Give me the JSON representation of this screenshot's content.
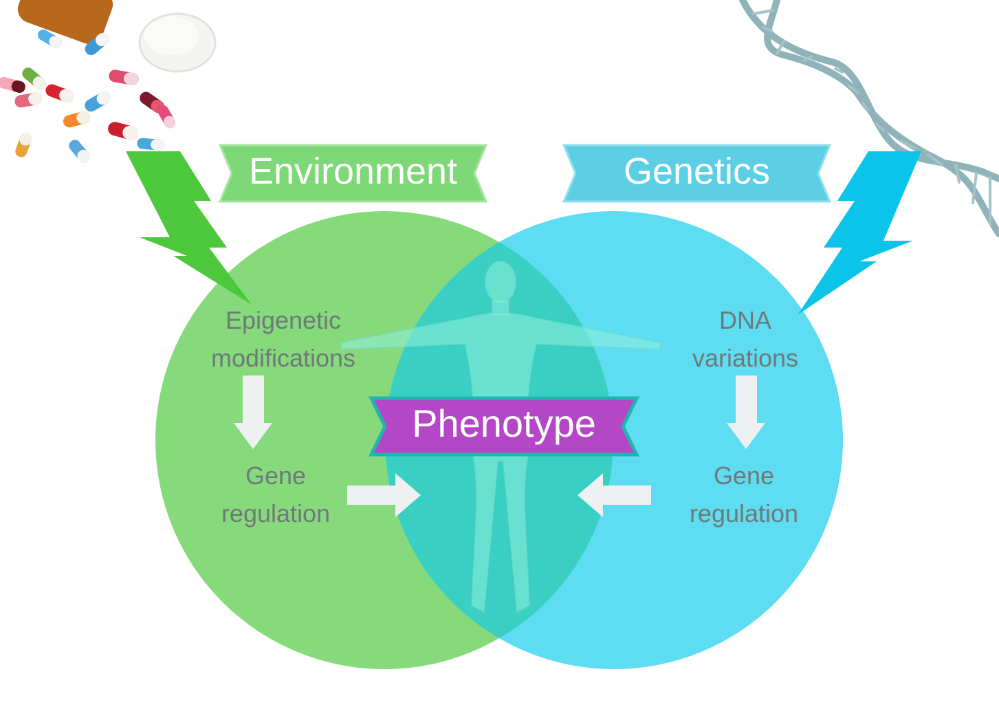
{
  "environment": {
    "title": "Environment",
    "color": "#7fd877",
    "circle_color": "#86da7c",
    "bolt_color": "#4dc83c",
    "step1": "Epigenetic modifications",
    "step1_line1": "Epigenetic",
    "step1_line2": "modifications",
    "step2_line1": "Gene",
    "step2_line2": "regulation"
  },
  "genetics": {
    "title": "Genetics",
    "color": "#5dcfe4",
    "circle_color": "#5ddcf2",
    "bolt_color": "#0cc4ea",
    "step1_line1": "DNA",
    "step1_line2": "variations",
    "step2_line1": "Gene",
    "step2_line2": "regulation"
  },
  "overlap": {
    "title": "Phenotype",
    "banner_color": "#b347c6",
    "banner_border": "#1fb6b0",
    "overlap_color": "#39cfc3"
  },
  "text_color": "#6f7a78",
  "arrow_color": "#eef0f1",
  "icons": [
    "pills-icon",
    "dna-helix-icon",
    "human-body-icon",
    "lightning-bolt-icon",
    "down-arrow-icon",
    "right-arrow-icon",
    "left-arrow-icon"
  ]
}
